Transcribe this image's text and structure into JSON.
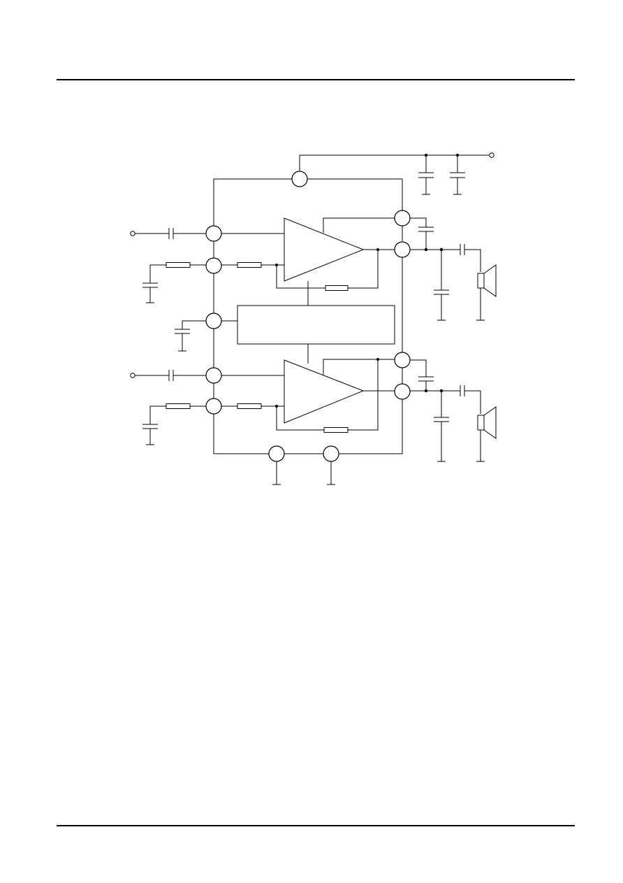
{
  "figure": {
    "kind": "application-circuit-schematic",
    "channels": 2,
    "icons": [
      "op-amp-triangle",
      "capacitor-symbol",
      "resistor-symbol",
      "loudspeaker-symbol",
      "pin-circle",
      "ground-stub",
      "input-terminal",
      "supply-terminal"
    ],
    "colors": {
      "line": "#000000",
      "background": "#ffffff"
    }
  }
}
